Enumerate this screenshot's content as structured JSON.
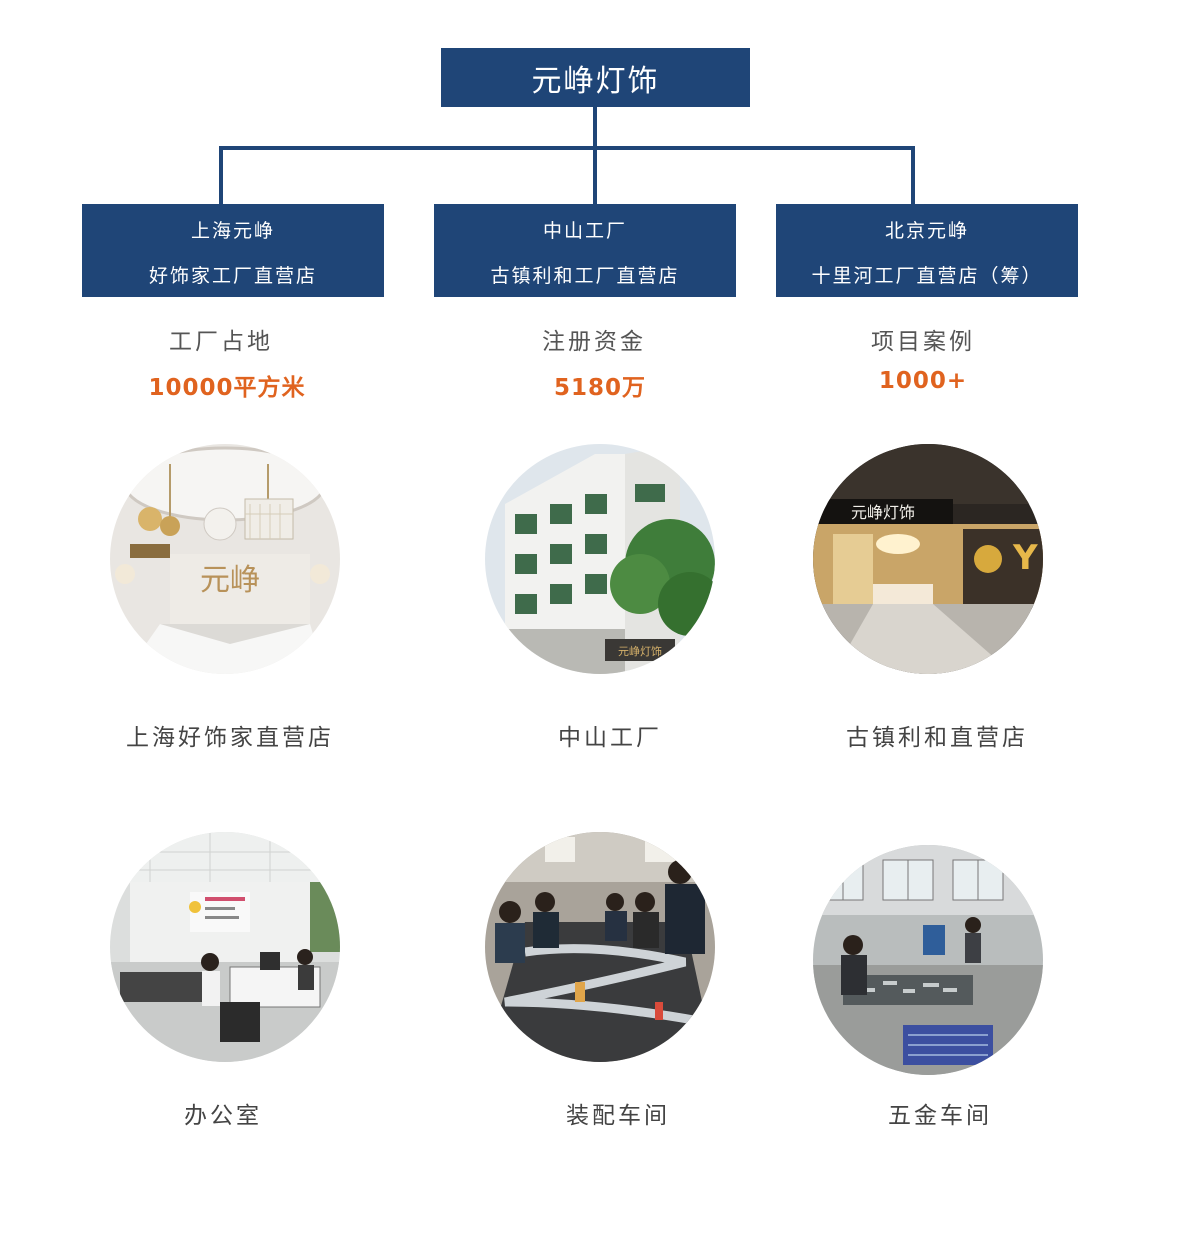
{
  "root": {
    "title": "元峥灯饰"
  },
  "branches": [
    {
      "line1": "上海元峥",
      "line2": "好饰家工厂直营店"
    },
    {
      "line1": "中山工厂",
      "line2": "古镇利和工厂直营店"
    },
    {
      "line1": "北京元峥",
      "line2": "十里河工厂直营店（筹）"
    }
  ],
  "stats": [
    {
      "label": "工厂占地",
      "value": "10000平方米"
    },
    {
      "label": "注册资金",
      "value": "5180万"
    },
    {
      "label": "项目案例",
      "value": "1000+"
    }
  ],
  "photos_row1": [
    {
      "caption": "上海好饰家直营店",
      "sign": "元峥"
    },
    {
      "caption": "中山工厂",
      "sign": "元峥灯饰"
    },
    {
      "caption": "古镇利和直营店",
      "sign": "元峥灯饰"
    }
  ],
  "photos_row2": [
    {
      "caption": "办公室"
    },
    {
      "caption": "装配车间"
    },
    {
      "caption": "五金车间"
    }
  ],
  "colors": {
    "box": "#1f4577",
    "accent": "#e0631f",
    "label": "#555555"
  }
}
